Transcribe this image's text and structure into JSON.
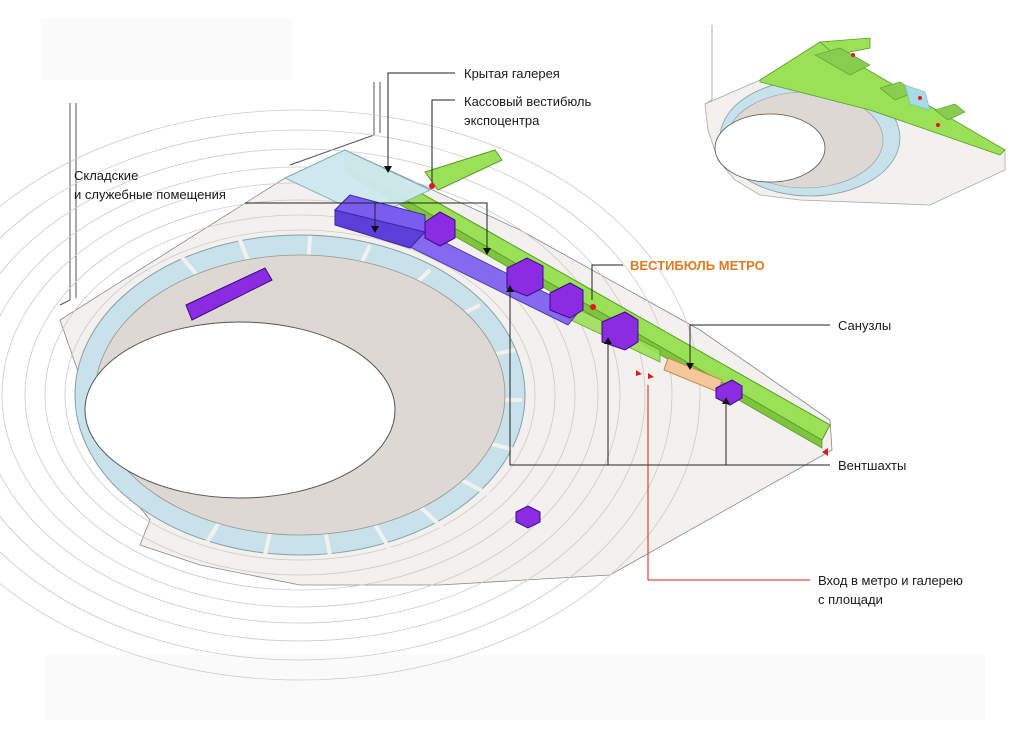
{
  "colors": {
    "gallery": "#9be157",
    "vestibule": "#7a5cf0",
    "block": "#8b2be2",
    "restroom": "#f6c79a",
    "accent": "#e07b22",
    "glazing": "#c7e2ea",
    "plaza": "#ddd8d3",
    "leader": "#222222",
    "entrance": "#e01b1b"
  },
  "labels": {
    "covered_gallery": "Крытая галерея",
    "ticket_hall_line1": "Кассовый вестибюль",
    "ticket_hall_line2": "экспоцентра",
    "storage_line1": "Складские",
    "storage_line2": "и служебные помещения",
    "metro_vestibule": "ВЕСТИБЮЛЬ МЕТРО",
    "restrooms": "Санузлы",
    "vent_shafts": "Вентшахты",
    "entrance_line1": "Вход в метро и галерею",
    "entrance_line2": "с площади"
  }
}
